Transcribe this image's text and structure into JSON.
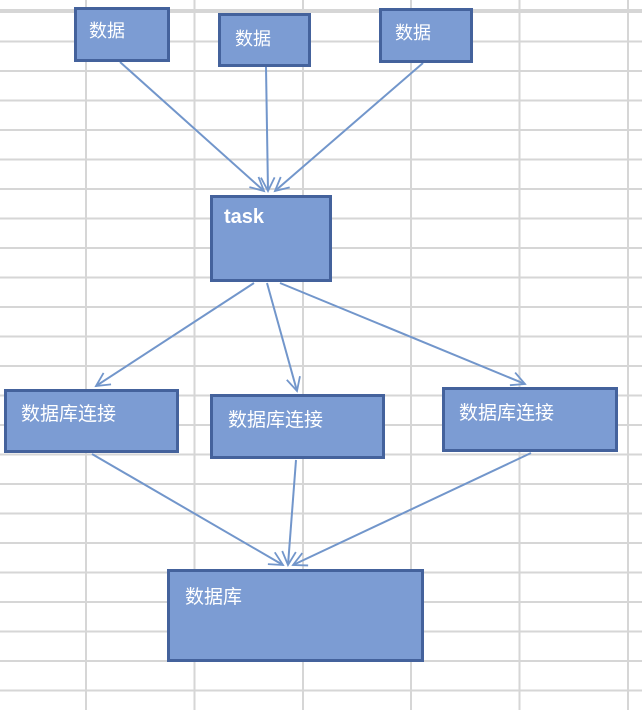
{
  "colors": {
    "node_fill": "#7c9cd3",
    "node_border": "#44629c",
    "node_text": "#ffffff",
    "arrow": "#7296cb",
    "gridline": "#d6d6d6",
    "canvas": "#ffffff"
  },
  "diagram": {
    "nodes": {
      "data1": {
        "label": "数据"
      },
      "data2": {
        "label": "数据"
      },
      "data3": {
        "label": "数据"
      },
      "task": {
        "label": "task"
      },
      "conn1": {
        "label": "数据库连接"
      },
      "conn2": {
        "label": "数据库连接"
      },
      "conn3": {
        "label": "数据库连接"
      },
      "db": {
        "label": "数据库"
      }
    },
    "edges": [
      {
        "from": "data1",
        "to": "task"
      },
      {
        "from": "data2",
        "to": "task"
      },
      {
        "from": "data3",
        "to": "task"
      },
      {
        "from": "task",
        "to": "conn1"
      },
      {
        "from": "task",
        "to": "conn2"
      },
      {
        "from": "task",
        "to": "conn3"
      },
      {
        "from": "conn1",
        "to": "db"
      },
      {
        "from": "conn2",
        "to": "db"
      },
      {
        "from": "conn3",
        "to": "db"
      }
    ]
  }
}
